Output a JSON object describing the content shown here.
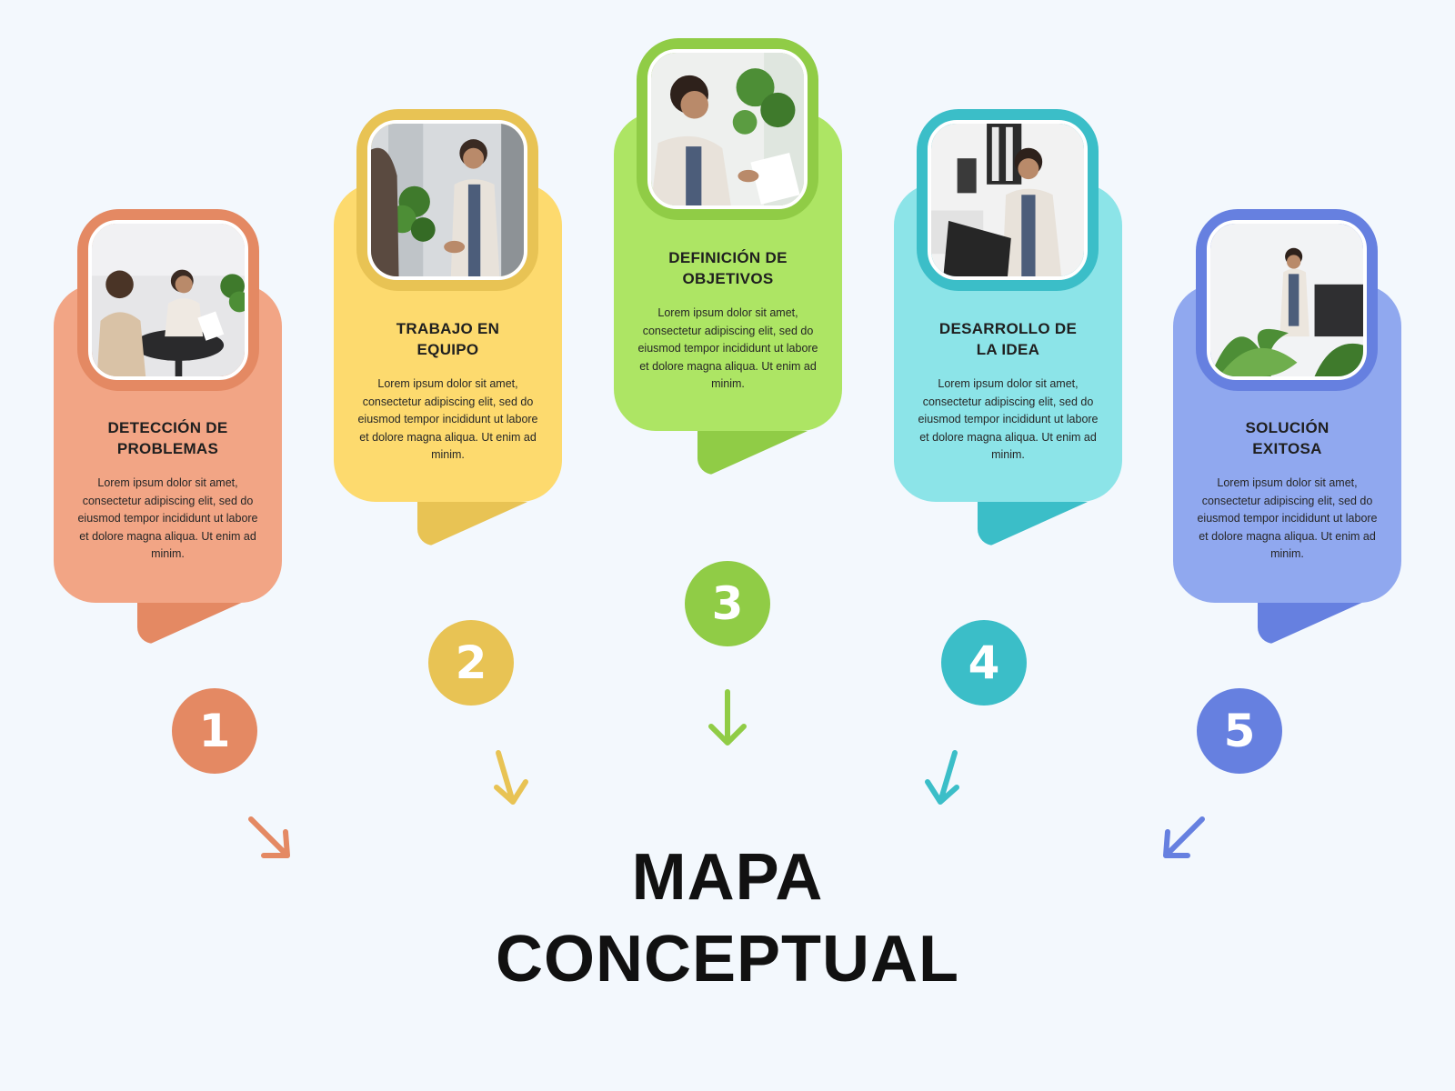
{
  "title": {
    "line1": "MAPA",
    "line2": "CONCEPTUAL"
  },
  "steps": [
    {
      "number": "1",
      "heading_line1": "DETECCIÓN DE",
      "heading_line2": "PROBLEMAS",
      "body": "Lorem ipsum dolor sit amet, consectetur adipiscing elit, sed do eiusmod tempor incididunt ut labore et dolore magna aliqua. Ut enim ad minim.",
      "color": "#f2a585",
      "accent": "#e48963",
      "photo": "meeting-photo"
    },
    {
      "number": "2",
      "heading_line1": "TRABAJO EN",
      "heading_line2": "EQUIPO",
      "body": "Lorem ipsum dolor sit amet, consectetur adipiscing elit, sed do eiusmod tempor incididunt ut labore et dolore magna aliqua. Ut enim ad minim.",
      "color": "#fdda6e",
      "accent": "#e8c354",
      "photo": "handshake-photo"
    },
    {
      "number": "3",
      "heading_line1": "DEFINICIÓN DE",
      "heading_line2": "OBJETIVOS",
      "body": "Lorem ipsum dolor sit amet, consectetur adipiscing elit, sed do eiusmod tempor incididunt ut labore et dolore magna aliqua. Ut enim ad minim.",
      "color": "#ade564",
      "accent": "#90cc46",
      "photo": "document-review-photo"
    },
    {
      "number": "4",
      "heading_line1": "DESARROLLO DE",
      "heading_line2": "LA IDEA",
      "body": "Lorem ipsum dolor sit amet, consectetur adipiscing elit, sed do eiusmod tempor incididunt ut labore et dolore magna aliqua. Ut enim ad minim.",
      "color": "#8ce4e8",
      "accent": "#3bbec8",
      "photo": "laptop-work-photo"
    },
    {
      "number": "5",
      "heading_line1": "SOLUCIÓN",
      "heading_line2": "EXITOSA",
      "body": "Lorem ipsum dolor sit amet, consectetur adipiscing elit, sed do eiusmod tempor incididunt ut labore et dolore magna aliqua. Ut enim ad minim.",
      "color": "#90a8ef",
      "accent": "#6680e0",
      "photo": "celebration-photo"
    }
  ]
}
